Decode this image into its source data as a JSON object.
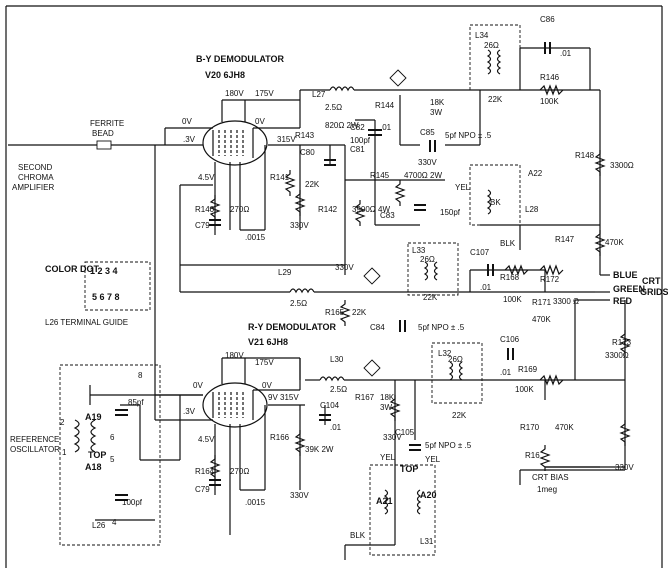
{
  "labels": {
    "by_demod": "B-Y DEMODULATOR",
    "v20": "V20 6JH8",
    "ry_demod": "R-Y DEMODULATOR",
    "v21": "V21 6JH8",
    "ferrite_1": "FERRITE",
    "ferrite_2": "BEAD",
    "second": "SECOND",
    "chroma": "CHROMA",
    "amplifier": "AMPLIFIER",
    "color_dot": "COLOR DOT",
    "terminal_top": "1 2 3 4",
    "terminal_bottom": "5 6 7 8",
    "terminal_guide": "L26 TERMINAL GUIDE",
    "reference": "REFERENCE",
    "oscillator": "OSCILLATOR",
    "a19": "A19",
    "a18": "A18",
    "top": "TOP",
    "l26": "L26",
    "c_85pf": "85pf",
    "c_100pf": "100pf",
    "pin8": "8",
    "pin6": "6",
    "pin5": "5",
    "pin4": "4",
    "pin2": "2",
    "pin1": "1",
    "v180": "180V",
    "v175": "175V",
    "v0": "0V",
    "v3": ".3V",
    "v9": "9V",
    "v315": "315V",
    "v45": "4.5V",
    "l27": "L27",
    "l29": "L29",
    "l30": "L30",
    "ohm25": "2.5Ω",
    "r143": "R143",
    "r143_val": "820Ω 2W",
    "c80": "C80",
    "c82": "C82",
    "c82_val": "100pf",
    "c81": "C81",
    "cap01": ".01",
    "r141": "R141",
    "r141_val": "22K",
    "v330": "330V",
    "r142": "R142",
    "r142_val": "3900Ω 4W",
    "r145": "R145",
    "r145_val": "4700Ω 2W",
    "c83": "C83",
    "c83_val": "150pf",
    "r144": "R144",
    "r144_val": "18K",
    "w3": "3W",
    "c85b": "C85",
    "npo": "5pf NPO ± .5",
    "yel": "YEL",
    "l34": "L34",
    "ohm26": "26Ω",
    "k22": "22K",
    "c86": "C86",
    "r146": "R146",
    "k100": "100K",
    "r148": "R148",
    "r148_val": "3300Ω",
    "a22": "A22",
    "bk": "BK",
    "l28": "L28",
    "blk": "BLK",
    "r147": "R147",
    "k470": "470K",
    "c107": "C107",
    "r168": "R168",
    "r172": "R172",
    "r171": "R171",
    "r171_val": "3300 Ω",
    "l33": "L33",
    "blue": "BLUE",
    "green": "GREEN",
    "red": "RED",
    "crt": "CRT",
    "grids": "GRIDS",
    "r165": "R165",
    "c84": "C84",
    "l32": "L32",
    "c106": "C106",
    "r169": "R169",
    "r173": "R173",
    "r170": "R170",
    "r16": "R16",
    "crt_bias": "CRT BIAS",
    "meg1": "1meg",
    "c104": "C104",
    "r166": "R166",
    "r166_val": "39K 2W",
    "r167": "R167",
    "c105": "C105",
    "a21": "A21",
    "a20": "A20",
    "l31": "L31",
    "r140": "R140",
    "ohm270": "270Ω",
    "c79": "C79",
    "cap0015": ".0015",
    "r164": "R164"
  }
}
